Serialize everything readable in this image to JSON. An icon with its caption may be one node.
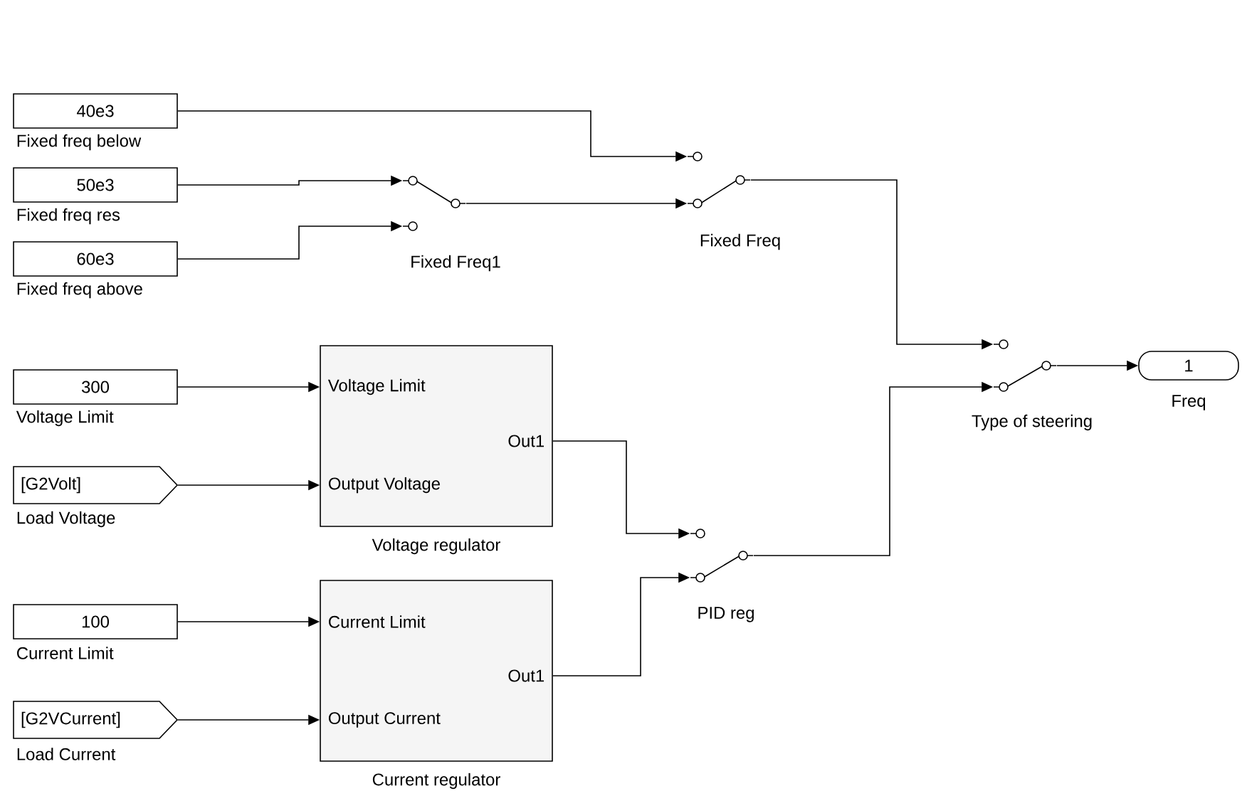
{
  "diagram": {
    "nodes": [
      {
        "text": [
          "40e3"
        ],
        "beside": [
          "Fixed freq below"
        ]
      },
      {
        "text": [
          "50e3"
        ],
        "beside": [
          "Fixed freq res"
        ]
      },
      {
        "text": [
          "60e3"
        ],
        "beside": [
          "Fixed freq above"
        ]
      },
      {
        "text": [],
        "shape": "switch",
        "beside": [
          "Fixed Freq1"
        ]
      },
      {
        "text": [],
        "shape": "switch",
        "beside": [
          "Fixed Freq"
        ]
      },
      {
        "text": [],
        "shape": "switch",
        "beside": [
          "Type of steering"
        ]
      },
      {
        "text": [
          "1"
        ],
        "beside": [
          "Freq"
        ]
      },
      {
        "text": [
          "300"
        ],
        "beside": [
          "Voltage Limit"
        ]
      },
      {
        "text": [
          "[G2Volt]"
        ],
        "beside": [
          "Load Voltage"
        ]
      },
      {
        "text": [
          "Voltage Limit",
          "Output Voltage",
          "Out1"
        ],
        "beside": [
          "Voltage regulator"
        ]
      },
      {
        "text": [],
        "shape": "switch",
        "beside": [
          "PID reg"
        ]
      },
      {
        "text": [
          "100"
        ],
        "beside": [
          "Current Limit"
        ]
      },
      {
        "text": [
          "[G2VCurrent]"
        ],
        "beside": [
          "Load Current"
        ]
      },
      {
        "text": [
          "Current Limit",
          "Output Current",
          "Out1"
        ],
        "beside": [
          "Current regulator"
        ]
      }
    ],
    "edges": [
      {
        "from": 0,
        "to": 4,
        "arrow": "to"
      },
      {
        "from": 1,
        "to": 3,
        "arrow": "to"
      },
      {
        "from": 2,
        "to": 3,
        "arrow": "to"
      },
      {
        "from": 3,
        "to": 4,
        "arrow": "to"
      },
      {
        "from": 4,
        "to": 5,
        "arrow": "to"
      },
      {
        "from": 5,
        "to": 6,
        "arrow": "to"
      },
      {
        "from": 7,
        "to": 9,
        "arrow": "to"
      },
      {
        "from": 8,
        "to": 9,
        "arrow": "to"
      },
      {
        "from": 9,
        "to": 10,
        "arrow": "to"
      },
      {
        "from": 11,
        "to": 13,
        "arrow": "to"
      },
      {
        "from": 12,
        "to": 13,
        "arrow": "to"
      },
      {
        "from": 13,
        "to": 10,
        "arrow": "to"
      },
      {
        "from": 10,
        "to": 5,
        "arrow": "to"
      }
    ]
  }
}
